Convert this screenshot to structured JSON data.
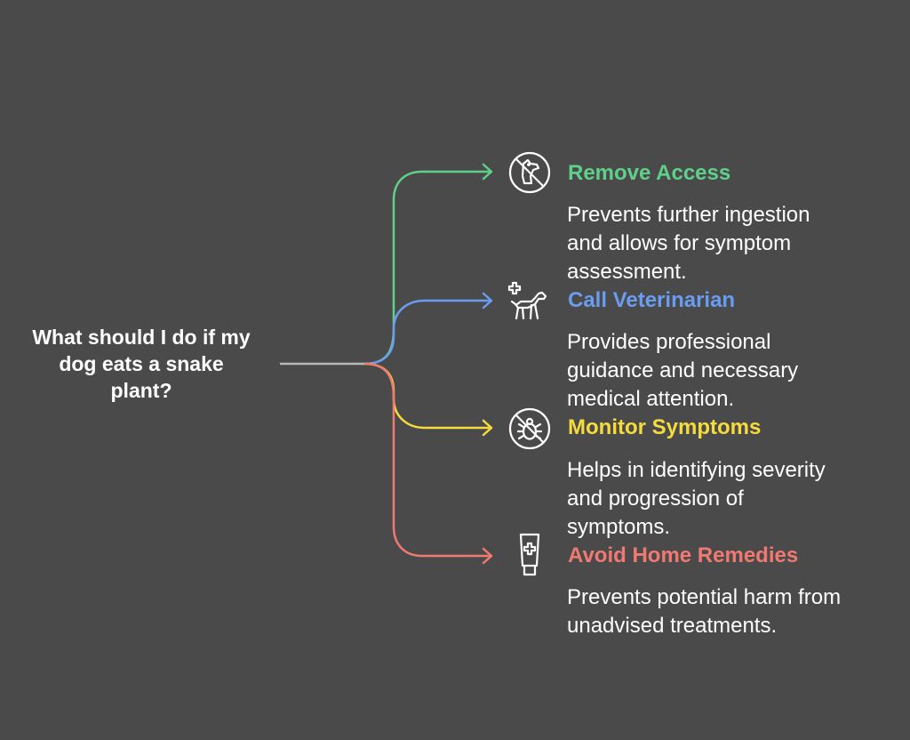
{
  "question": {
    "lines": [
      "What should I do if my",
      "dog eats a snake",
      "plant?"
    ]
  },
  "branches": [
    {
      "title": "Remove Access",
      "color": "#5fd08a",
      "icon": "no-dog-icon",
      "description": [
        "Prevents further ingestion",
        "and allows for symptom",
        "assessment."
      ]
    },
    {
      "title": "Call Veterinarian",
      "color": "#6a9cf0",
      "icon": "vet-dog-icon",
      "description": [
        "Provides professional",
        "guidance and necessary",
        "medical attention."
      ]
    },
    {
      "title": "Monitor Symptoms",
      "color": "#f5dc3c",
      "icon": "no-tick-icon",
      "description": [
        "Helps in identifying severity",
        "and progression of",
        "symptoms."
      ]
    },
    {
      "title": "Avoid Home Remedies",
      "color": "#f07a72",
      "icon": "ointment-tube-icon",
      "description": [
        "Prevents potential harm from",
        "unadvised treatments."
      ]
    }
  ],
  "colors": {
    "background": "#4a4a4a",
    "stem": "#b8b8b8"
  }
}
